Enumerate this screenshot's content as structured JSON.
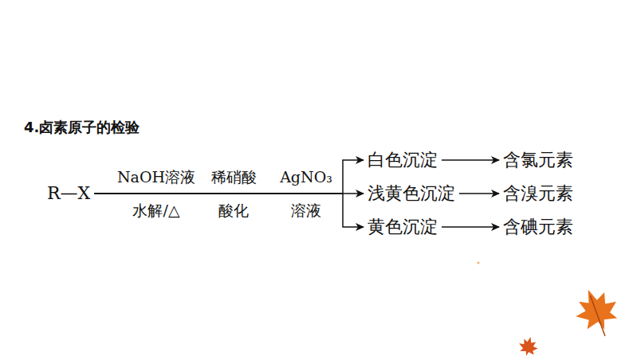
{
  "diagram": {
    "title": "4.卤素原子的检验",
    "nodes": [
      {
        "text": [
          "R—X"
        ]
      },
      {
        "text": [
          "白色沉淀"
        ]
      },
      {
        "text": [
          "浅黄色沉淀"
        ]
      },
      {
        "text": [
          "黄色沉淀"
        ]
      },
      {
        "text": [
          "含氯元素"
        ]
      },
      {
        "text": [
          "含溴元素"
        ]
      },
      {
        "text": [
          "含碘元素"
        ]
      }
    ],
    "edges": [
      {
        "from": 0,
        "to": 1,
        "arrow": "to"
      },
      {
        "from": 0,
        "to": 2,
        "arrow": "to"
      },
      {
        "from": 0,
        "to": 3,
        "arrow": "to"
      },
      {
        "from": 1,
        "to": 4,
        "arrow": "to"
      },
      {
        "from": 2,
        "to": 5,
        "arrow": "to"
      },
      {
        "from": 3,
        "to": 6,
        "arrow": "to"
      }
    ],
    "labels": [
      "NaOH溶液",
      "水解/△",
      "稀硝酸",
      "酸化",
      "AgNO₃",
      "溶液"
    ]
  }
}
